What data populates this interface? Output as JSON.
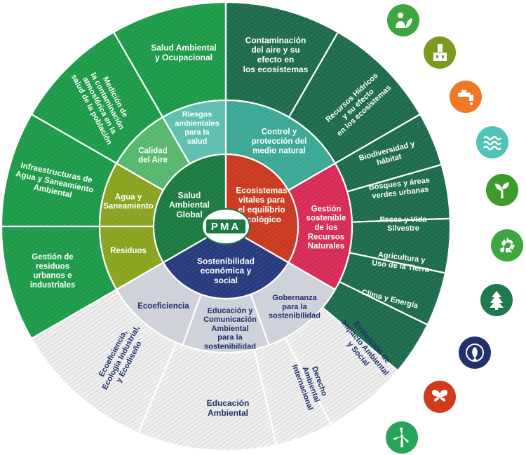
{
  "center_logo": "PMA",
  "core": {
    "salud_global": [
      "Salud",
      "Ambiental",
      "Global"
    ],
    "ecosistemas": [
      "Ecosistemas",
      "vitales para",
      "el equilibrio",
      "ecológico"
    ],
    "sostenibilidad": [
      "Sostenibilidad",
      "económica y",
      "social"
    ]
  },
  "middle": {
    "riesgos": [
      "Riesgos",
      "ambientales",
      "para la",
      "salud"
    ],
    "calidad_aire": [
      "Calidad",
      "del Aire"
    ],
    "agua": [
      "Agua y",
      "Saneamiento"
    ],
    "residuos": [
      "Residuos"
    ],
    "control": [
      "Control y",
      "protección del",
      "medio natural"
    ],
    "gestion": [
      "Gestión",
      "sostenible",
      "de los",
      "Recursos",
      "Naturales"
    ],
    "ecoeficiencia": [
      "Ecoeficiencia"
    ],
    "educacion": [
      "Educación y",
      "Comunicación",
      "Ambiental",
      "para la",
      "sostenibilidad"
    ],
    "gobernanza": [
      "Gobernanza",
      "para la",
      "sostenibilidad"
    ]
  },
  "outer": {
    "salud_ocupacional": [
      "Salud Ambiental",
      "y Ocupacional"
    ],
    "medicion": [
      "Medición de",
      "la contaminación",
      "atmosférica en la",
      "salud de la población"
    ],
    "infraestructuras": [
      "Infraestructuras de",
      "Agua y Saneamiento",
      "Ambiental"
    ],
    "gestion_residuos": [
      "Gestión de",
      "residuos",
      "urbanos e",
      "industriales"
    ],
    "contaminacion_aire": [
      "Contaminación",
      "del aire y su",
      "efecto en",
      "los ecosistemas"
    ],
    "recursos_hidricos": [
      "Recursos Hídricos",
      "y su efecto",
      "en los ecosistemas"
    ],
    "biodiversidad": [
      "Biodiversidad y",
      "hábitat"
    ],
    "bosques": [
      "Bosques y áreas",
      "verdes urbanas"
    ],
    "pesca": [
      "Pesca y Vida",
      "Silvestre"
    ],
    "agricultura": [
      "Agricultura y",
      "Uso de la Tierra"
    ],
    "clima": [
      "Clima y Energía"
    ],
    "ecoeficiencia_ecologia": [
      "Ecoeficiencia,",
      "Ecología Industrial,",
      "y Ecodiseño"
    ],
    "educacion_ambiental": [
      "Educación",
      "Ambiental"
    ],
    "derecho": [
      "Derecho",
      "Ambiental",
      "Internacional"
    ],
    "evaluacion": [
      "Evaluación de",
      "Impacto Ambiental",
      "y Social"
    ]
  },
  "icons": [
    {
      "name": "people-leaf-icon",
      "color": "#3ea63e"
    },
    {
      "name": "industry-icon",
      "color": "#7c9a1f"
    },
    {
      "name": "faucet-icon",
      "color": "#f07824"
    },
    {
      "name": "waves-icon",
      "color": "#4fc4b4"
    },
    {
      "name": "sprout-icon",
      "color": "#3f9a2c"
    },
    {
      "name": "recycle-icon",
      "color": "#3ea63e"
    },
    {
      "name": "pine-tree-icon",
      "color": "#1e7a4c"
    },
    {
      "name": "fish-icon",
      "color": "#23306e"
    },
    {
      "name": "butterfly-icon",
      "color": "#d23a1c"
    },
    {
      "name": "wind-turbine-icon",
      "color": "#28a45a"
    }
  ],
  "colors": {
    "green_outer": "#1c9a48",
    "green_middle": "#56b76c",
    "teal_middle": "#5fbfae",
    "olive": "#8aa31e",
    "dark_green_core": "#1b7a40",
    "dark_teal_outer": "#1d6b4c",
    "teal_control": "#3aa894",
    "red_core": "#c8391f",
    "crimson": "#d72a55",
    "navy": "#273a7e",
    "grey_middle": "#cfd2d8",
    "grey_outer": "#eeeeee"
  }
}
